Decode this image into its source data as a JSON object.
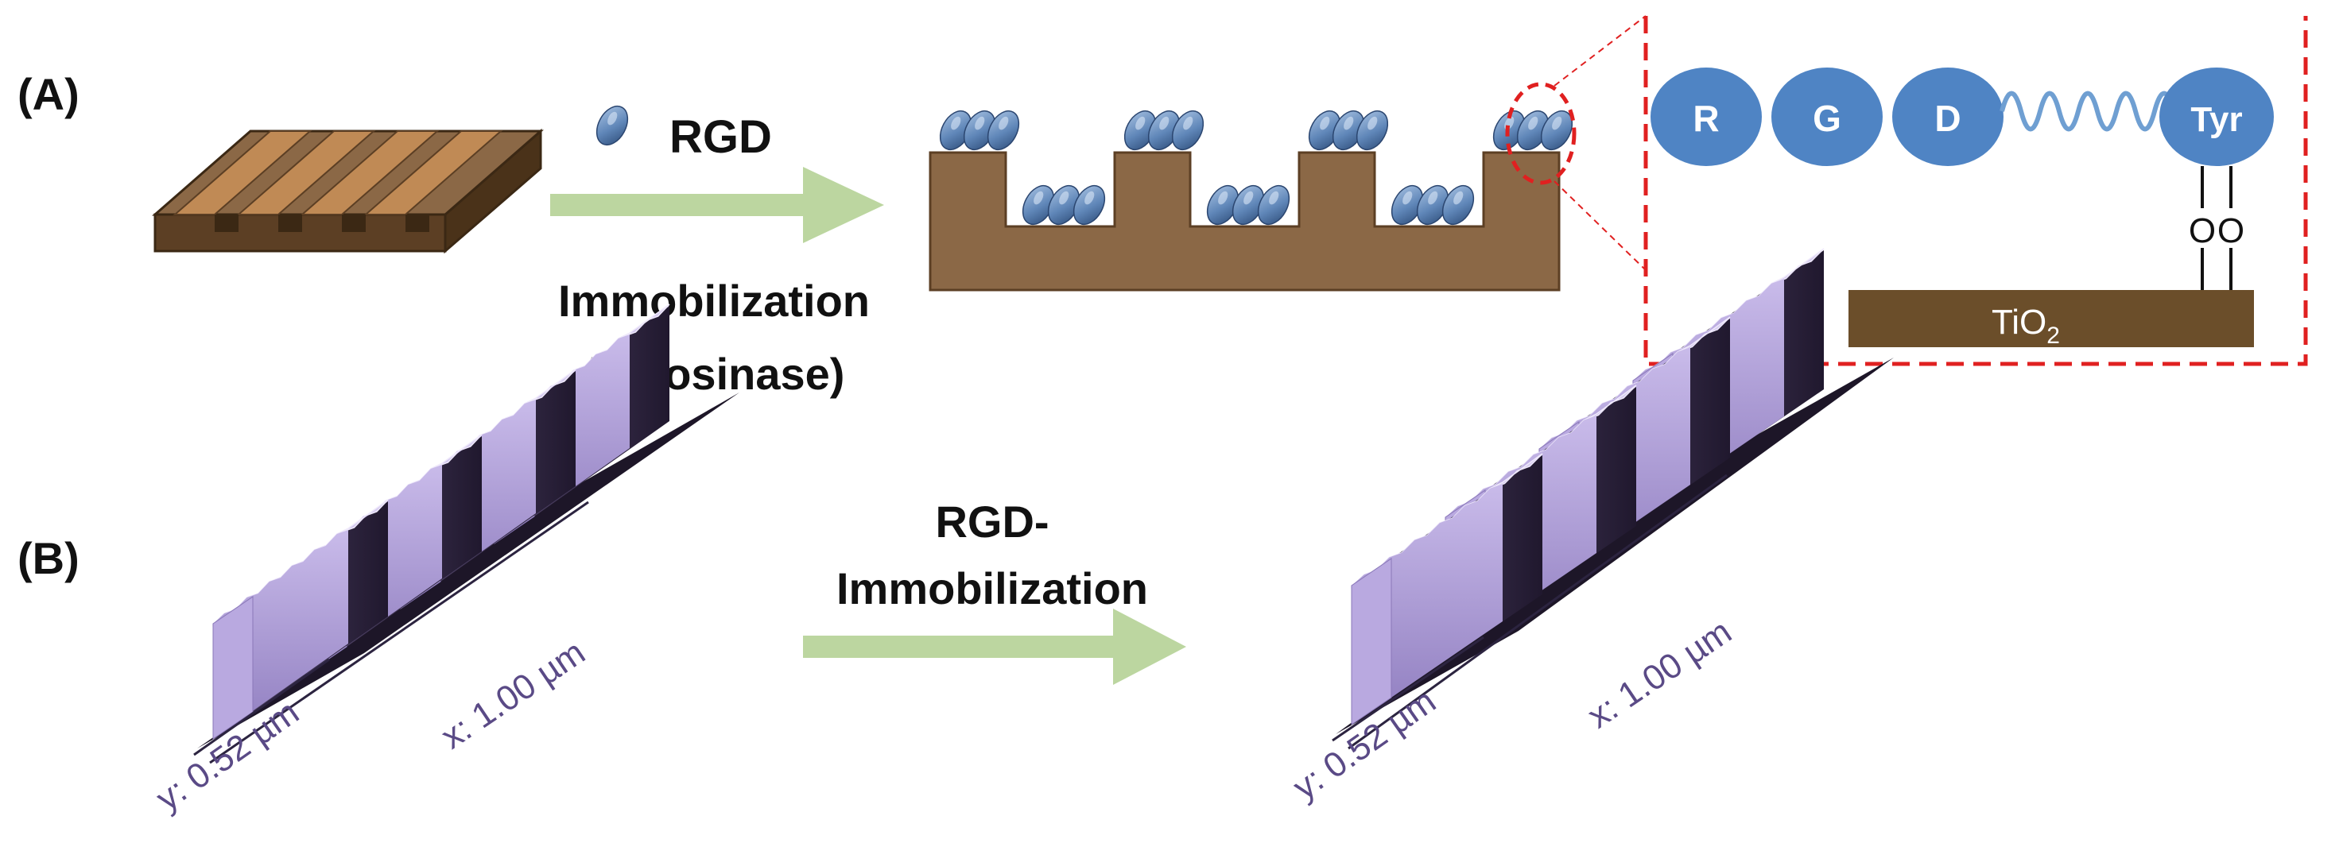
{
  "panel_a": {
    "label": "(A)",
    "reagent": "RGD",
    "process_line1": "Immobilization",
    "process_line2": "(Tyrosinase)",
    "peptide_residues": [
      "R",
      "G",
      "D",
      "Tyr"
    ],
    "substrate_label": "TiO",
    "substrate_subscript": "2",
    "linker_atoms": [
      "O",
      "O"
    ]
  },
  "panel_b": {
    "label": "(B)",
    "arrow_line1": "RGD-",
    "arrow_line2": "Immobilization",
    "before_y_axis": "y: 0.52 µm",
    "before_x_axis": "x: 1.00 µm",
    "after_y_axis": "y: 0.52 µm",
    "after_x_axis": "x: 1.00 µm"
  },
  "colors": {
    "substrate_brown": "#8b6846",
    "substrate_light": "#c08a55",
    "substrate_dark": "#5c3f24",
    "peptide_blue": "#4f84c4",
    "arrow_green": "#bcd6a0",
    "callout_red": "#e02020",
    "afm_purple": "#a898d0"
  }
}
